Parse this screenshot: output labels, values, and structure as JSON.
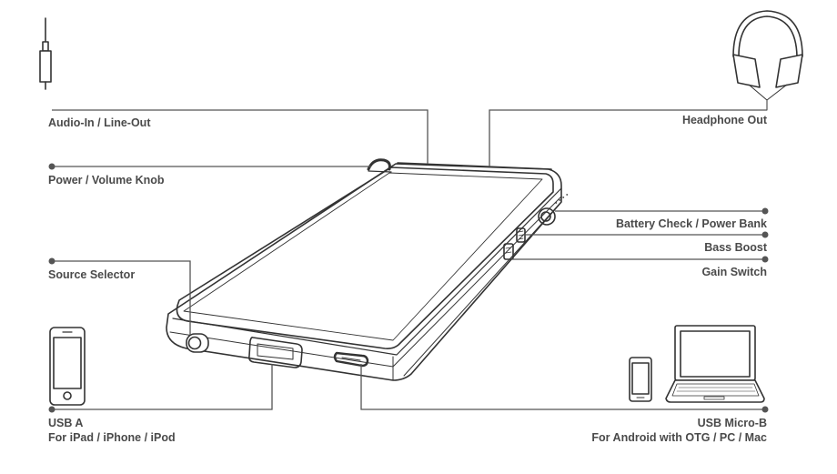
{
  "labels": {
    "audio_in": "Audio-In / Line-Out",
    "headphone_out": "Headphone Out",
    "power_volume": "Power / Volume Knob",
    "battery_check": "Battery Check / Power Bank",
    "bass_boost": "Bass Boost",
    "gain_switch": "Gain Switch",
    "source_selector": "Source Selector",
    "usb_a_line1": "USB A",
    "usb_a_line2": "For iPad / iPhone / iPod",
    "usb_micro_line1": "USB Micro-B",
    "usb_micro_line2": "For Android with OTG / PC / Mac"
  },
  "colors": {
    "line": "#555555",
    "text": "#4a4a4a",
    "device_outline": "#333333"
  },
  "icons": [
    "audio-jack-icon",
    "headphones-icon",
    "iphone-icon",
    "smartphone-icon",
    "laptop-icon"
  ]
}
